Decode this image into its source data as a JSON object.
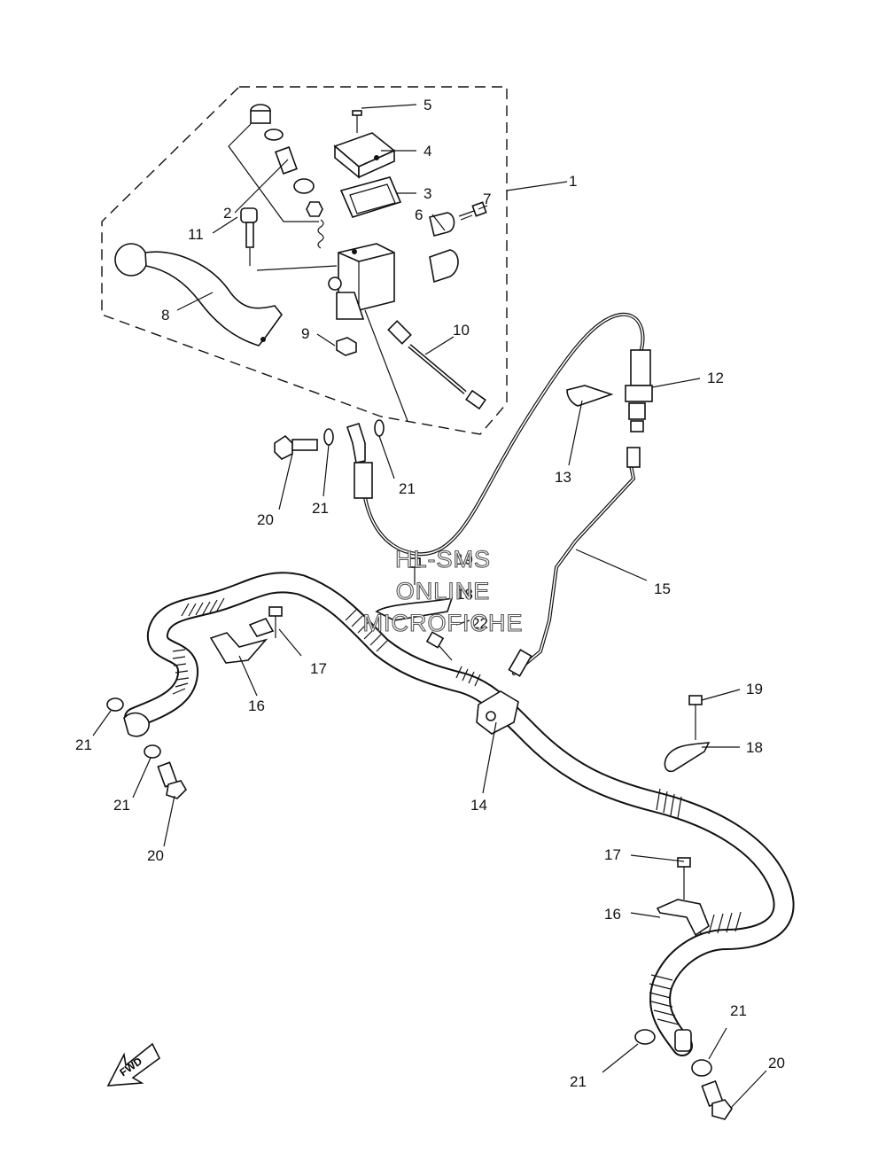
{
  "diagram": {
    "title": "",
    "watermark": [
      "HL-SMS",
      "ONLINE",
      "MICROFICHE"
    ],
    "fwd_label": "FWD",
    "callouts": [
      {
        "id": "c1",
        "label": "1"
      },
      {
        "id": "c2",
        "label": "2"
      },
      {
        "id": "c3",
        "label": "3"
      },
      {
        "id": "c4",
        "label": "4"
      },
      {
        "id": "c5",
        "label": "5"
      },
      {
        "id": "c6",
        "label": "6"
      },
      {
        "id": "c7",
        "label": "7"
      },
      {
        "id": "c8",
        "label": "8"
      },
      {
        "id": "c9",
        "label": "9"
      },
      {
        "id": "c10",
        "label": "10"
      },
      {
        "id": "c11",
        "label": "11"
      },
      {
        "id": "c12",
        "label": "12"
      },
      {
        "id": "c13",
        "label": "13"
      },
      {
        "id": "c14",
        "label": "14"
      },
      {
        "id": "c15",
        "label": "15"
      },
      {
        "id": "c16a",
        "label": "16"
      },
      {
        "id": "c16b",
        "label": "16"
      },
      {
        "id": "c17a",
        "label": "17"
      },
      {
        "id": "c17b",
        "label": "17"
      },
      {
        "id": "c18a",
        "label": "18"
      },
      {
        "id": "c18b",
        "label": "18"
      },
      {
        "id": "c19a",
        "label": "19"
      },
      {
        "id": "c19b",
        "label": "19"
      },
      {
        "id": "c20a",
        "label": "20"
      },
      {
        "id": "c20b",
        "label": "20"
      },
      {
        "id": "c20c",
        "label": "20"
      },
      {
        "id": "c21a",
        "label": "21"
      },
      {
        "id": "c21b",
        "label": "21"
      },
      {
        "id": "c21c",
        "label": "21"
      },
      {
        "id": "c21d",
        "label": "21"
      },
      {
        "id": "c21e",
        "label": "21"
      },
      {
        "id": "c21f",
        "label": "21"
      },
      {
        "id": "c22",
        "label": "22"
      }
    ]
  }
}
